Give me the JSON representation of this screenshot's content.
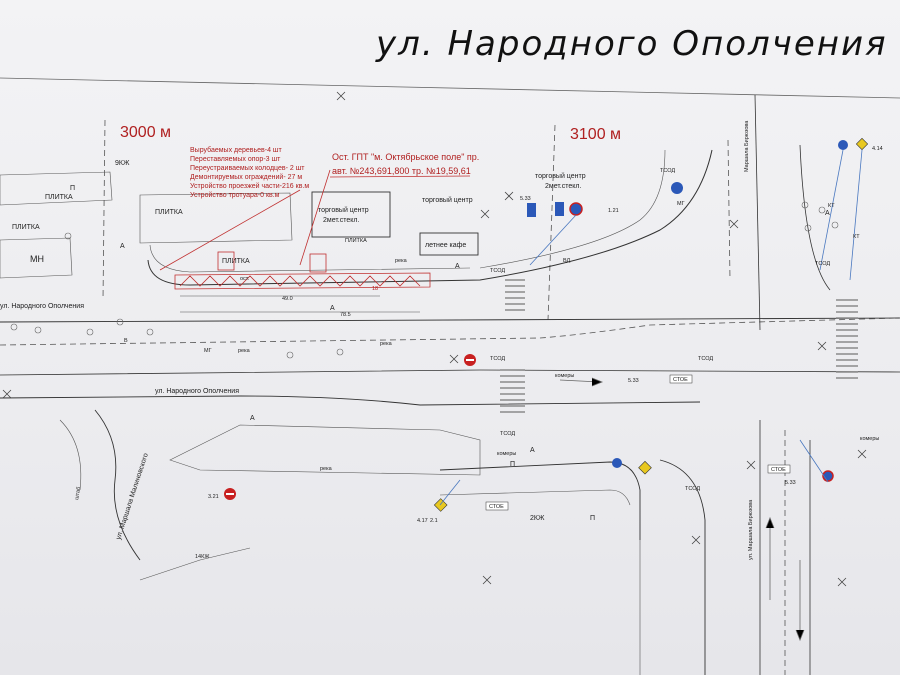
{
  "map": {
    "title": "ул. Народного Ополчения",
    "km_markers": [
      "3000 м",
      "3100 м"
    ],
    "notes": {
      "works_list": [
        "Вырубаемых деревьев-4 шт",
        "Переставляемых опор-3 шт",
        "Переустраиваемых колодцев- 2 шт",
        "Демонтируемых ограждений- 27 м",
        "Устройство проезжей части-216 кв.м",
        "Устройство тротуара-0 кв.м"
      ],
      "stop_line1": "Ост. ГПТ \"м. Октябрьское поле\" пр.",
      "stop_line2": "авт. №243,691,800 тр. №19,59,61"
    },
    "streets": {
      "main_lower": "ул. Народного Ополчения",
      "main_left": "ул. Народного Ополчения",
      "side_left": "ул. Маршала Малиновского",
      "side_right": "Маршала Бирюзова",
      "side_right_lower": "ул. Маршала Бирюзова"
    },
    "buildings": {
      "mall1_a": "торговый центр",
      "mall1_b": "2мет.стекл.",
      "mall2_a": "торговый центр",
      "mall2_b": "2мет.стекл.",
      "mall3": "торговый центр",
      "cafe": "летнее кафе",
      "mn": "МН",
      "plitka1": "ПЛИТКА",
      "plitka2": "ПЛИТКА",
      "plitka3": "ПЛИТКА",
      "plitka4": "ПЛИТКА",
      "plitka5": "ПЛИТКА",
      "n9": "9КЖ",
      "n14": "14КЖ",
      "n2": "2КЖ"
    },
    "dimensions": {
      "d1": "49.0",
      "d2": "78.5",
      "d3": "18"
    },
    "labels": {
      "tsod": "ТСОД",
      "stoe": "СТОЕ",
      "reka": "река",
      "vd": "ВД",
      "a": "А",
      "p": "П",
      "mg": "МГ",
      "v": "В",
      "komery": "комеры",
      "kt": "КТ",
      "sign533": "5.33",
      "sign121": "1.21",
      "sign417": "4.17",
      "sign21": "2.1",
      "sign321": "3.21",
      "sign414": "4.14",
      "ost": "ост.",
      "shtab": "штаб"
    }
  }
}
